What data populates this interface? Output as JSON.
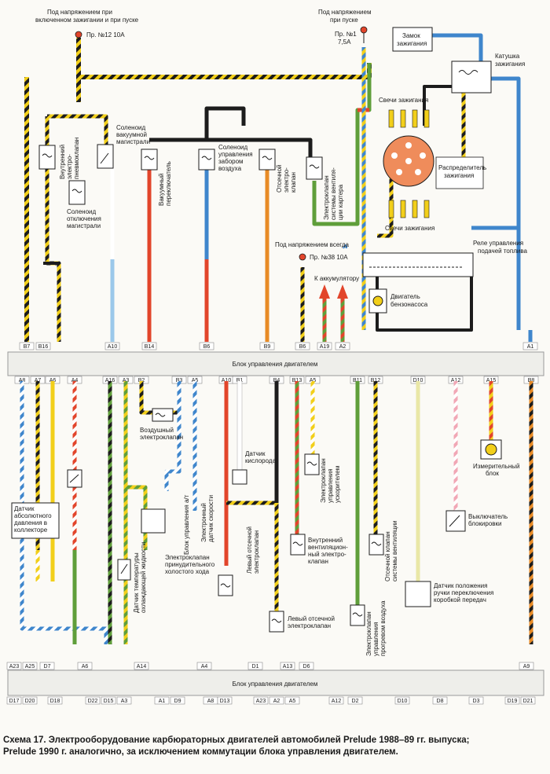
{
  "colors": {
    "black": "#1c1c1c",
    "yellow": "#f2cf1a",
    "red": "#e2452b",
    "blue": "#3f86cc",
    "green": "#5f9e3a",
    "orange": "#e88b26",
    "lightblue": "#9bc8ea",
    "white": "#ffffff",
    "pink": "#f1a7b5",
    "paleyellow": "#e9e7a6",
    "distributor": "#ef8c5b"
  },
  "labels": {
    "power_ign": [
      "Под напряжением при",
      "включенном зажигании и при пуске"
    ],
    "fuse12": "Пр. №12 10А",
    "power_start": [
      "Под напряжением",
      "при пуске"
    ],
    "fuse1": [
      "Пр. №1",
      "7,5А"
    ],
    "ign_lock": [
      "Замок",
      "зажигания"
    ],
    "coil": [
      "Катушка",
      "зажигания"
    ],
    "spark_top": "Свечи зажигания",
    "spark_bottom": "Свечи зажигания",
    "distributor": [
      "Распределитель",
      "зажигания"
    ],
    "fuel_relay": [
      "Реле управления",
      "подачей топлива"
    ],
    "fuel_pump": [
      "Двигатель",
      "бензонасоса"
    ],
    "power_always": "Под напряжением всегда",
    "fuse38": "Пр. №38 10А",
    "battery": "К аккумулятору",
    "vac_solenoid": [
      "Соленоид",
      "вакуумной",
      "магистрали"
    ],
    "sol_off": [
      "Соленоид",
      "отключения",
      "магистрали"
    ],
    "intake_sol": [
      "Соленоид",
      "управления",
      "забором",
      "воздуха"
    ],
    "inner_pneumo": [
      "Внутренний",
      "электро-",
      "пневмоклапан"
    ],
    "vac_switch": [
      "Вакуумный",
      "переключатель"
    ],
    "cutoff_valve": [
      "Отсечной",
      "электро-",
      "клапан"
    ],
    "crankcase_valve": [
      "Электроклапан",
      "системы вентиля-",
      "ции картера"
    ],
    "map_sensor": [
      "Датчик",
      "абсолютного",
      "давления в",
      "коллекторе"
    ],
    "air_valve": [
      "Воздушный",
      "электроклапан"
    ],
    "speed_unit": [
      "Блок управления а/т"
    ],
    "speed_sensor": [
      "Электронный",
      "датчик скорости"
    ],
    "oxygen": [
      "Датчик",
      "кислорода"
    ],
    "coolant_temp": [
      "Датчик температуры",
      "охлаждающей жидкости"
    ],
    "idle_valve": [
      "Электроклапан",
      "принудительного",
      "холостого хода"
    ],
    "left_cutoff_v": [
      "Левый отсечной",
      "электроклапан"
    ],
    "accel_valve": [
      "Электроклапан",
      "управления",
      "ускорителем"
    ],
    "inner_vent": [
      "Внутренний",
      "вентиляцион-",
      "ный электро-",
      "клапан"
    ],
    "left_cutoff2": [
      "Левый отсечной",
      "электроклапан"
    ],
    "air_preheat": [
      "Электроклапан",
      "управления",
      "прогревом воздуха"
    ],
    "vent_cutoff": [
      "Отсечной клапан",
      "системы вентиляции"
    ],
    "meter": [
      "Измерительный",
      "блок"
    ],
    "lock_switch": [
      "Выключатель",
      "блокировки"
    ],
    "gear_sensor": [
      "Датчик положения",
      "ручки переключения",
      "коробкой передач"
    ]
  },
  "ecu_title": "Блок управления двигателем",
  "ecu_top_pins": [
    "B7",
    "B16",
    "A10",
    "B14",
    "B6",
    "B9",
    "B6",
    "A19",
    "A2",
    "A1"
  ],
  "ecu_bottom_pins": [
    "A8",
    "A7",
    "A6",
    "A4",
    "A16",
    "A3",
    "B2",
    "B3",
    "A5",
    "A10",
    "B1",
    "B4",
    "B13",
    "A5",
    "B11",
    "B12",
    "D10",
    "A12",
    "A15",
    "B8"
  ],
  "ecu2_title": "Блок управления двигателем",
  "ecu2_top_pins": [
    "A23",
    "A25",
    "D7",
    "A6",
    "A14",
    "A4",
    "D1",
    "A13",
    "D6",
    "A9"
  ],
  "ecu2_bottom_pins": [
    "D17",
    "D20",
    "D18",
    "D22",
    "D15",
    "A3",
    "A1",
    "D9",
    "A8",
    "D13",
    "A23",
    "A2",
    "A5",
    "A12",
    "D2",
    "D10",
    "D8",
    "D3",
    "D19",
    "D21"
  ],
  "caption": [
    "Схема 17. Электрооборудование карбюраторных двигателей автомобилей Prelude 1988–89 гг. выпуска;",
    "Prelude 1990 г. аналогично, за исключением коммутации блока управления двигателем."
  ]
}
